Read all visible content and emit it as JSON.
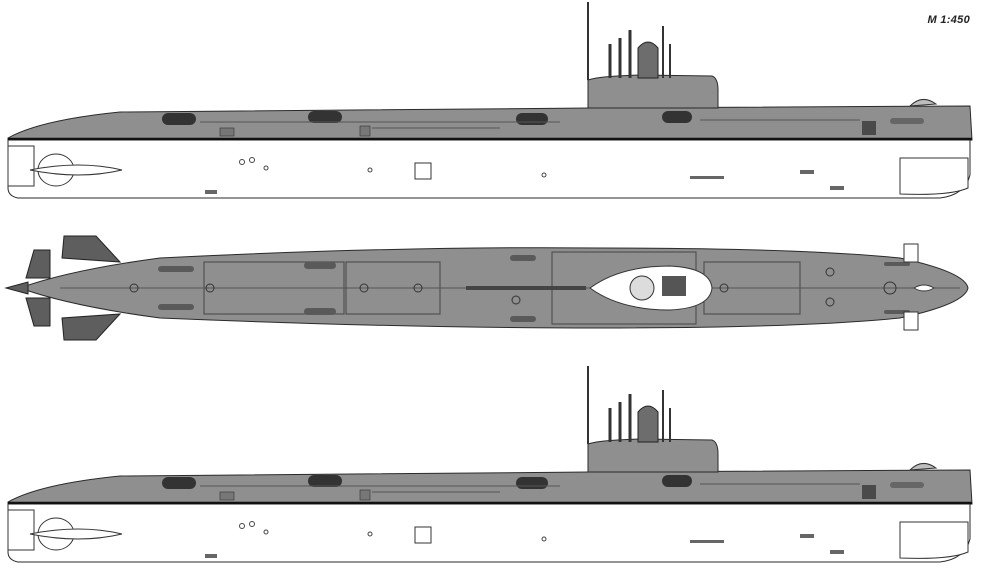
{
  "drawing": {
    "scale_label": "M 1:450",
    "colors": {
      "hull_gray": "#8f8f8f",
      "hull_dark": "#5e5e5e",
      "waterline": "#111111",
      "lower_hull": "#ffffff",
      "outline": "#2a2a2a"
    },
    "views": [
      "side-profile-upper",
      "plan-view",
      "side-profile-lower"
    ]
  }
}
